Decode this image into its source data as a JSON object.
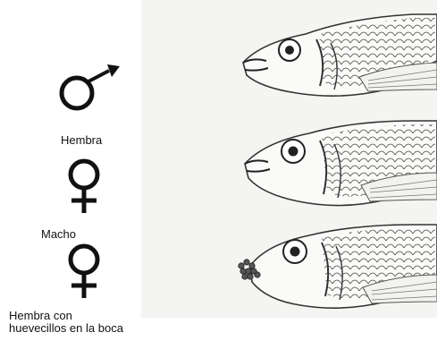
{
  "labels": {
    "hembra": "Hembra",
    "macho": "Macho",
    "hembra_con_huevecillos": "Hembra con\nhuevecillos en la boca"
  },
  "symbols": [
    {
      "name": "male-symbol-icon",
      "glyph": "♂"
    },
    {
      "name": "female-symbol-icon",
      "glyph": "♀"
    },
    {
      "name": "female-symbol-icon",
      "glyph": "♀"
    }
  ],
  "fish": [
    {
      "name": "fish-head-male"
    },
    {
      "name": "fish-head-female"
    },
    {
      "name": "fish-head-female-with-eggs"
    }
  ],
  "colors": {
    "ink": "#111111",
    "panel": "#f4f4f2",
    "fish_ink": "#333333"
  }
}
